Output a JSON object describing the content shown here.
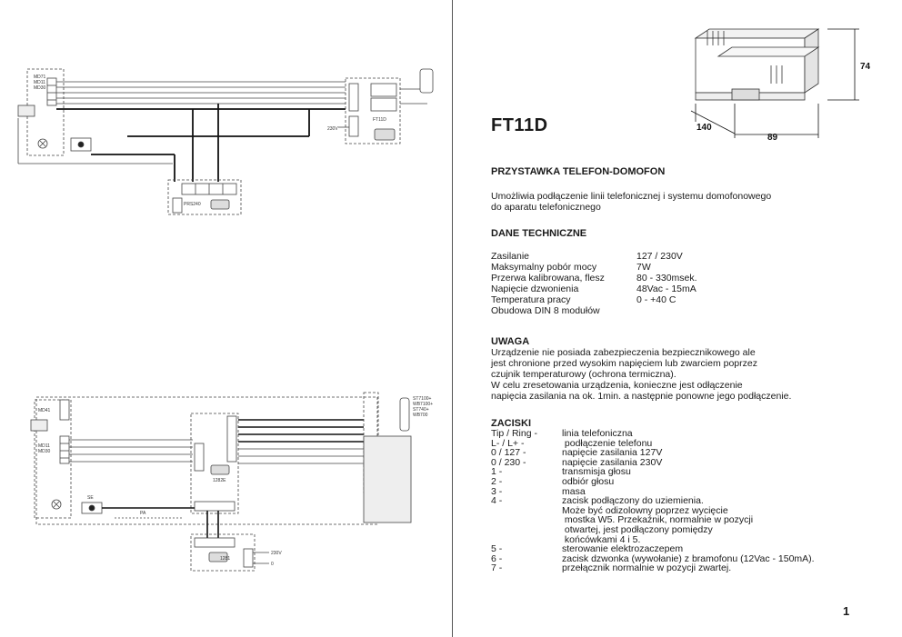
{
  "title": "FT11D",
  "dimensions": {
    "height": "74",
    "width": "89",
    "depth": "140"
  },
  "section_device": "PRZYSTAWKA TELEFON-DOMOFON",
  "description": "Umożliwia podłączenie linii telefonicznej i systemu domofonowego\ndo aparatu telefonicznego",
  "section_tech": "DANE TECHNICZNE",
  "specs": [
    {
      "k": "Zasilanie",
      "v": "127 / 230V"
    },
    {
      "k": "Maksymalny pobór mocy",
      "v": "7W"
    },
    {
      "k": "Przerwa kalibrowana, flesz",
      "v": "80 - 330msek."
    },
    {
      "k": "Napięcie dzwonienia",
      "v": "48Vac - 15mA"
    },
    {
      "k": "Temperatura pracy",
      "v": "0 - +40 C"
    },
    {
      "k": "Obudowa DIN 8 modułów",
      "v": ""
    }
  ],
  "section_note": "UWAGA",
  "note": "Urządzenie nie posiada zabezpieczenia bezpiecznikowego ale\njest chronione przed wysokim napięciem lub zwarciem poprzez\nczujnik temperaturowy (ochrona termiczna).\nW celu zresetowania urządzenia, konieczne jest odłączenie\nnapięcia zasilania na ok. 1min. a następnie ponowne jego podłączenie.",
  "section_terminals": "ZACISKI",
  "terminals": [
    {
      "k": "Tip / Ring -",
      "v": "linia telefoniczna"
    },
    {
      "k": "L- / L+ -",
      "v": " podłączenie telefonu"
    },
    {
      "k": "0 / 127 -",
      "v": "napięcie zasilania 127V"
    },
    {
      "k": "0 / 230 -",
      "v": "napięcie zasilania 230V"
    },
    {
      "k": "1 -",
      "v": "transmisja głosu"
    },
    {
      "k": "2 -",
      "v": "odbiór głosu"
    },
    {
      "k": "3 -",
      "v": "masa"
    },
    {
      "k": "4 -",
      "v": "zacisk podłączony do uziemienia."
    }
  ],
  "terminal4_cont": [
    "Może być odizolowny poprzez wycięcie",
    " mostka W5. Przekaźnik, normalnie w pozycji",
    " otwartej, jest podłączony pomiędzy",
    " końcówkami 4 i 5."
  ],
  "terminals2": [
    {
      "k": "5 -",
      "v": "sterowanie elektrozaczepem"
    },
    {
      "k": "6 -",
      "v": "zacisk dzwonka (wywołanie) z bramofonu (12Vac - 150mA)."
    },
    {
      "k": "7 -",
      "v": "przełącznik normalnie w pozycji zwartej."
    }
  ],
  "page_number": "1",
  "diagram_top": {
    "labels": [
      "MD71",
      "MD11",
      "MD30",
      "FT11D",
      "230V",
      "PRS240"
    ]
  },
  "diagram_bottom": {
    "labels": [
      "MD41",
      "MD11",
      "MD30",
      "1282E",
      "1281",
      "SE",
      "PA",
      "230V",
      "0",
      "ST7100+",
      "WB7100+",
      "ST740+",
      "WB700"
    ]
  }
}
